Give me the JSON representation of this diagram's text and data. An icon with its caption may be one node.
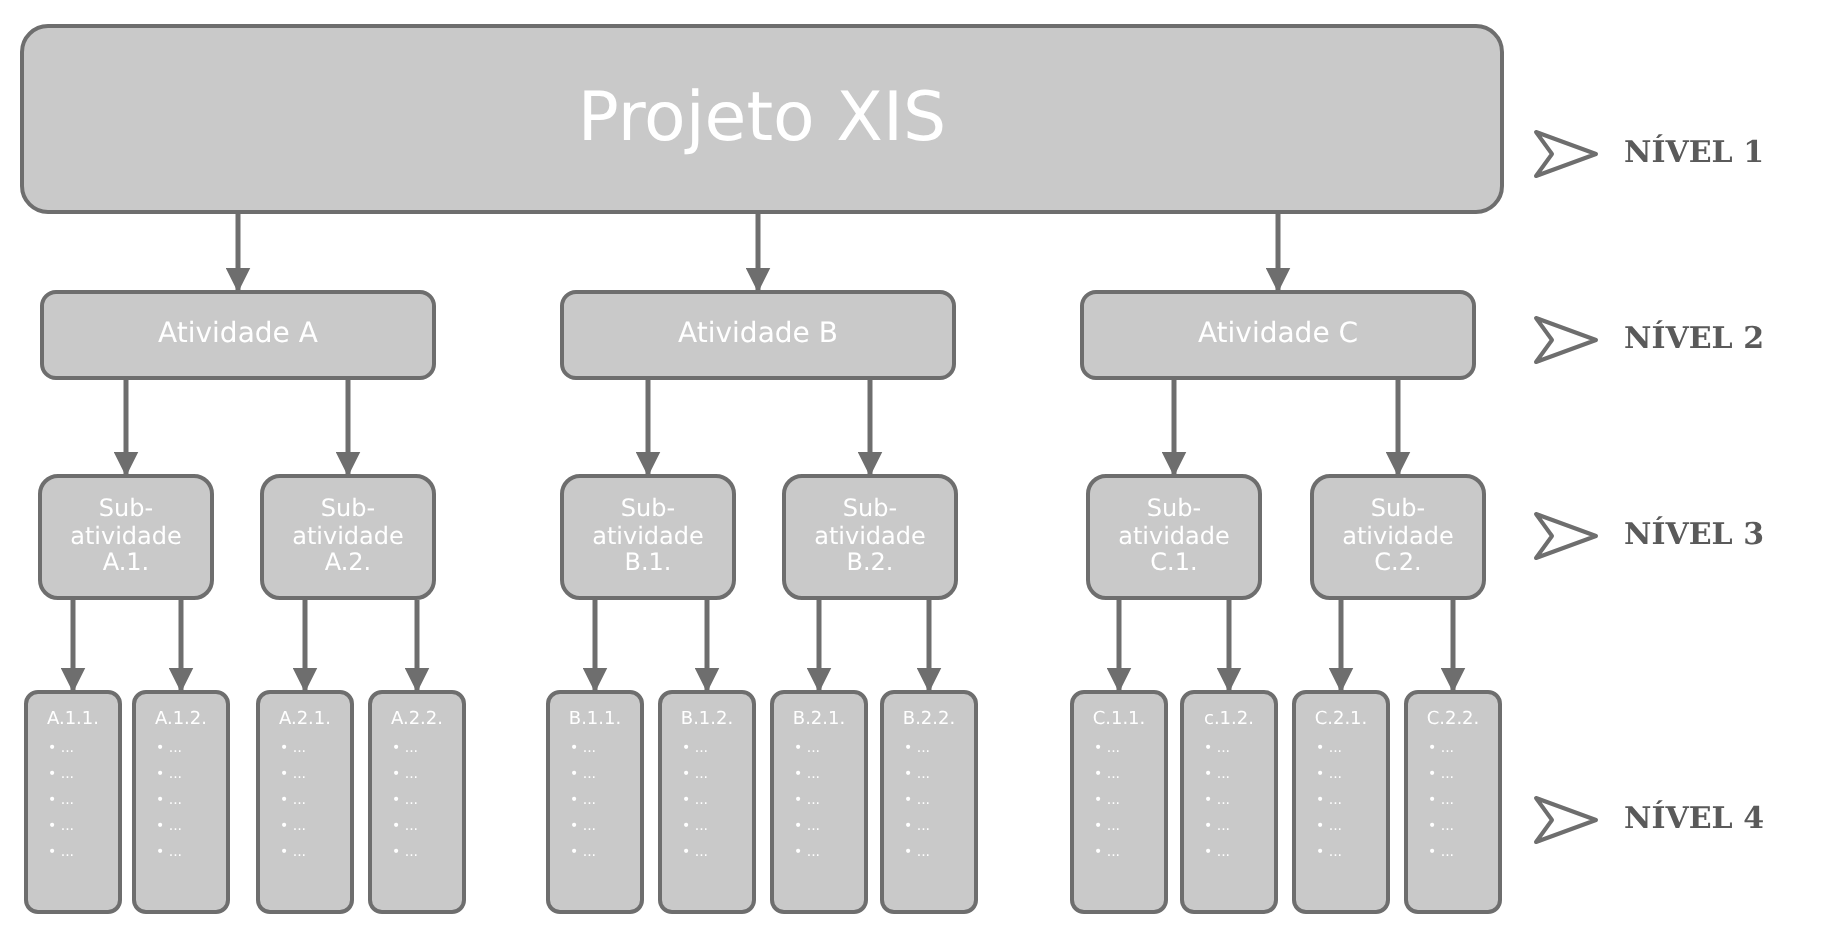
{
  "diagram": {
    "nodes": [
      {
        "text": [
          "Projeto XIS"
        ]
      },
      {
        "text": [
          "Atividade A"
        ]
      },
      {
        "text": [
          "Atividade B"
        ]
      },
      {
        "text": [
          "Atividade C"
        ]
      },
      {
        "text": [
          "Sub-atividade A.1."
        ]
      },
      {
        "text": [
          "Sub-atividade A.2."
        ]
      },
      {
        "text": [
          "Sub-atividade B.1."
        ]
      },
      {
        "text": [
          "Sub-atividade B.2."
        ]
      },
      {
        "text": [
          "Sub-atividade C.1."
        ]
      },
      {
        "text": [
          "Sub-atividade C.2."
        ]
      },
      {
        "text": [
          "A.1.1.",
          "• ...",
          "• ...",
          "• ...",
          "• ...",
          "• ..."
        ]
      },
      {
        "text": [
          "A.1.2.",
          "• ...",
          "• ...",
          "• ...",
          "• ...",
          "• ..."
        ]
      },
      {
        "text": [
          "A.2.1.",
          "• ...",
          "• ...",
          "• ...",
          "• ...",
          "• ..."
        ]
      },
      {
        "text": [
          "A.2.2.",
          "• ...",
          "• ...",
          "• ...",
          "• ...",
          "• ..."
        ]
      },
      {
        "text": [
          "B.1.1.",
          "• ...",
          "• ...",
          "• ...",
          "• ...",
          "• ..."
        ]
      },
      {
        "text": [
          "B.1.2.",
          "• ...",
          "• ...",
          "• ...",
          "• ...",
          "• ..."
        ]
      },
      {
        "text": [
          "B.2.1.",
          "• ...",
          "• ...",
          "• ...",
          "• ...",
          "• ..."
        ]
      },
      {
        "text": [
          "B.2.2.",
          "• ...",
          "• ...",
          "• ...",
          "• ...",
          "• ..."
        ]
      },
      {
        "text": [
          "C.1.1.",
          "• ...",
          "• ...",
          "• ...",
          "• ...",
          "• ..."
        ]
      },
      {
        "text": [
          "c.1.2.",
          "• ...",
          "• ...",
          "• ...",
          "• ...",
          "• ..."
        ]
      },
      {
        "text": [
          "C.2.1.",
          "• ...",
          "• ...",
          "• ...",
          "• ...",
          "• ..."
        ]
      },
      {
        "text": [
          "C.2.2.",
          "• ...",
          "• ...",
          "• ...",
          "• ...",
          "• ..."
        ]
      }
    ],
    "edges": [
      {
        "from": 0,
        "to": 1,
        "arrow": "to"
      },
      {
        "from": 0,
        "to": 2,
        "arrow": "to"
      },
      {
        "from": 0,
        "to": 3,
        "arrow": "to"
      },
      {
        "from": 1,
        "to": 4,
        "arrow": "to"
      },
      {
        "from": 1,
        "to": 5,
        "arrow": "to"
      },
      {
        "from": 2,
        "to": 6,
        "arrow": "to"
      },
      {
        "from": 2,
        "to": 7,
        "arrow": "to"
      },
      {
        "from": 3,
        "to": 8,
        "arrow": "to"
      },
      {
        "from": 3,
        "to": 9,
        "arrow": "to"
      },
      {
        "from": 4,
        "to": 10,
        "arrow": "to"
      },
      {
        "from": 4,
        "to": 11,
        "arrow": "to"
      },
      {
        "from": 5,
        "to": 12,
        "arrow": "to"
      },
      {
        "from": 5,
        "to": 13,
        "arrow": "to"
      },
      {
        "from": 6,
        "to": 14,
        "arrow": "to"
      },
      {
        "from": 6,
        "to": 15,
        "arrow": "to"
      },
      {
        "from": 7,
        "to": 16,
        "arrow": "to"
      },
      {
        "from": 7,
        "to": 17,
        "arrow": "to"
      },
      {
        "from": 8,
        "to": 18,
        "arrow": "to"
      },
      {
        "from": 8,
        "to": 19,
        "arrow": "to"
      },
      {
        "from": 9,
        "to": 20,
        "arrow": "to"
      },
      {
        "from": 9,
        "to": 21,
        "arrow": "to"
      }
    ],
    "labels": [
      "NÍVEL 1",
      "NÍVEL 2",
      "NÍVEL 3",
      "NÍVEL 4"
    ]
  }
}
